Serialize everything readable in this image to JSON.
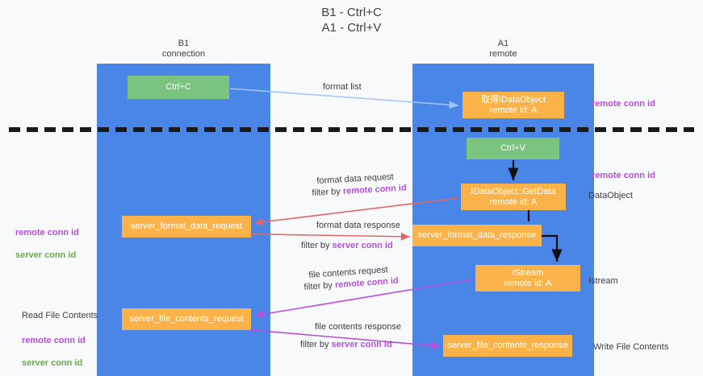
{
  "title": "B1 - Ctrl+C\nA1 - Ctrl+V",
  "lanes": {
    "left": {
      "header": "B1\nconnection"
    },
    "right": {
      "header": "A1\nremote"
    }
  },
  "nodes": {
    "ctrl_c": "Ctrl+C",
    "idataobject": "取得IDataObject\nremote id: A",
    "ctrl_v": "Ctrl+V",
    "getdata": "IDataObject::GetData\nremote id: A",
    "server_format_data_request": "server_format_data_request",
    "server_format_data_response": "server_format_data_response",
    "istream": "IStream\nremote id: A",
    "server_file_contents_request": "server_file_contents_request",
    "server_file_contents_response": "server_file_contents_response"
  },
  "edges": {
    "format_list": "format list",
    "format_data_request": "format data request",
    "format_data_request_filter_prefix": "filter by ",
    "format_data_request_filter_value": "remote conn id",
    "format_data_response": "format data response",
    "format_data_response_filter_prefix": "filter by ",
    "format_data_response_filter_value": "server conn id",
    "file_contents_request": "file contents request",
    "file_contents_request_filter_prefix": "filter by ",
    "file_contents_request_filter_value": "remote conn id",
    "file_contents_response": "file contents response",
    "file_contents_response_filter_prefix": "filter by ",
    "file_contents_response_filter_value": "server conn id"
  },
  "annotations": {
    "right_remote_conn_id_top": "remote conn id",
    "right_remote_conn_id_mid": "remote conn id",
    "right_dataobject": "DataObject",
    "right_istream": "Istream",
    "right_write_file_contents": "Write File Contents",
    "left_remote_conn_id": "remote conn id",
    "left_server_conn_id": "server conn id",
    "left_read_file_contents": "Read File Contents",
    "left_remote_conn_id_2": "remote conn id",
    "left_server_conn_id_2": "server conn id"
  },
  "colors": {
    "lane": "#4a86e8",
    "green_node": "#7bc47f",
    "orange_node": "#fbb349",
    "remote_conn": "#b44fd8",
    "server_conn": "#6aa84f",
    "arrow_blue": "#9fc5f8",
    "arrow_red": "#e06666",
    "arrow_purple": "#b44fd8",
    "arrow_black": "#000000",
    "background": "#f8f9fa"
  }
}
